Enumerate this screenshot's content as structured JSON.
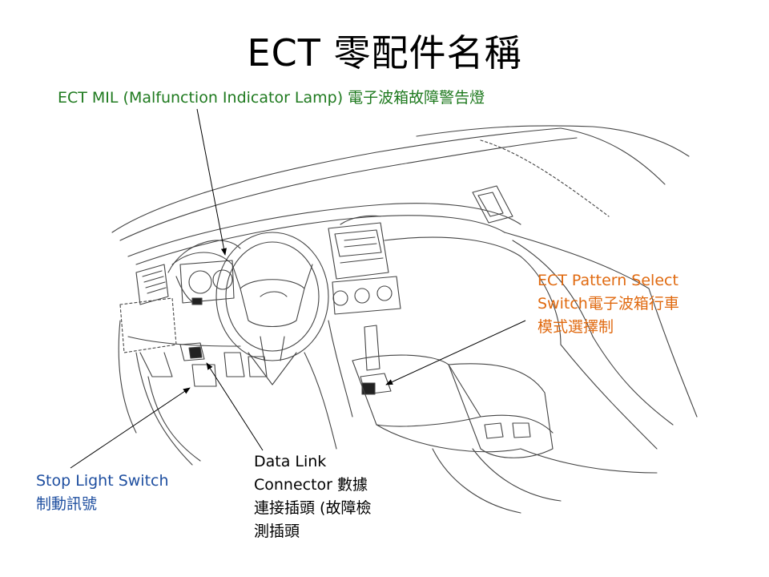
{
  "title": "ECT 零配件名稱",
  "labels": {
    "mil": {
      "line1": "ECT MIL (Malfunction Indicator  Lamp)  電子波箱故障警告燈",
      "color": "#1f7a1f"
    },
    "pattern_switch": {
      "line1": "ECT Pattern Select",
      "line2": "Switch電子波箱行車",
      "line3": "模式選擇制",
      "color": "#e06a10"
    },
    "stop_light": {
      "line1": "Stop Light Switch",
      "line2": "制動訊號",
      "color": "#1f4fa0"
    },
    "dlc": {
      "line1": "Data Link",
      "line2": "Connector  數據",
      "line3": "連接插頭 (故障檢",
      "line4": "測插頭"
    }
  }
}
